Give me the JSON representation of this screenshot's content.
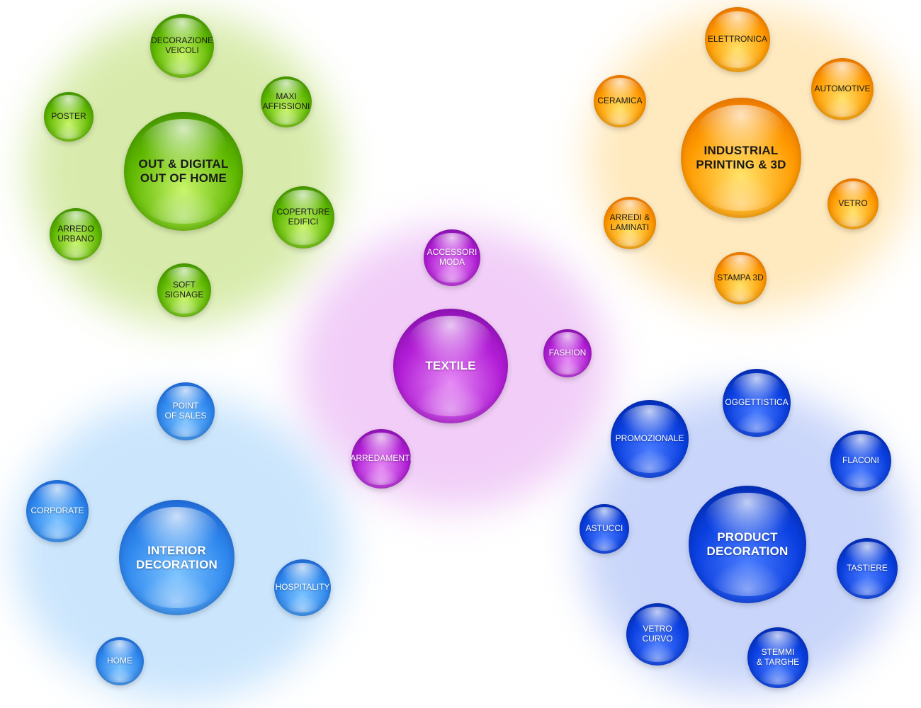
{
  "clusters": [
    {
      "id": "green",
      "theme": "green",
      "colors": {
        "glow": "#b9dc6a",
        "base": "#5fb800",
        "light": "#c9f56a",
        "dark": "#2f7a00"
      },
      "center": "OUT & DIGITAL\nOUT OF HOME",
      "items": [
        "DECORAZIONE\nVEICOLI",
        "MAXI\nAFFISSIONI",
        "POSTER",
        "COPERTURE\nEDIFICI",
        "ARREDO\nURBANO",
        "SOFT\nSIGNAGE"
      ]
    },
    {
      "id": "orange",
      "theme": "orange",
      "colors": {
        "glow": "#ffd88a",
        "base": "#ff9a00",
        "light": "#ffe36a",
        "dark": "#d85a00"
      },
      "center": "INDUSTRIAL\nPRINTING & 3D",
      "items": [
        "ELETTRONICA",
        "CERAMICA",
        "AUTOMOTIVE",
        "VETRO",
        "ARREDI &\nLAMINATI",
        "STAMPA 3D"
      ]
    },
    {
      "id": "purple",
      "theme": "purple",
      "colors": {
        "glow": "#e6a6f2",
        "base": "#b21dd6",
        "light": "#e68cf5",
        "dark": "#6f0a95"
      },
      "center": "TEXTILE",
      "items": [
        "ACCESSORI\nMODA",
        "FASHION",
        "ARREDAMENTI"
      ]
    },
    {
      "id": "lightblue",
      "theme": "lightblue",
      "colors": {
        "glow": "#9fd0fb",
        "base": "#2f88ee",
        "light": "#7dc4ff",
        "dark": "#1450c0"
      },
      "center": "INTERIOR\nDECORATION",
      "items": [
        "POINT\nOF SALES",
        "CORPORATE",
        "HOSPITALITY",
        "HOME"
      ]
    },
    {
      "id": "blue",
      "theme": "blue",
      "colors": {
        "glow": "#9db4f6",
        "base": "#0a3fe0",
        "light": "#4a7cff",
        "dark": "#001f8f"
      },
      "center": "PRODUCT\nDECORATION",
      "items": [
        "OGGETTISTICA",
        "PROMOZIONALE",
        "FLACONI",
        "ASTUCCI",
        "TASTIERE",
        "VETRO\nCURVO",
        "STEMMI\n& TARGHE"
      ]
    }
  ]
}
